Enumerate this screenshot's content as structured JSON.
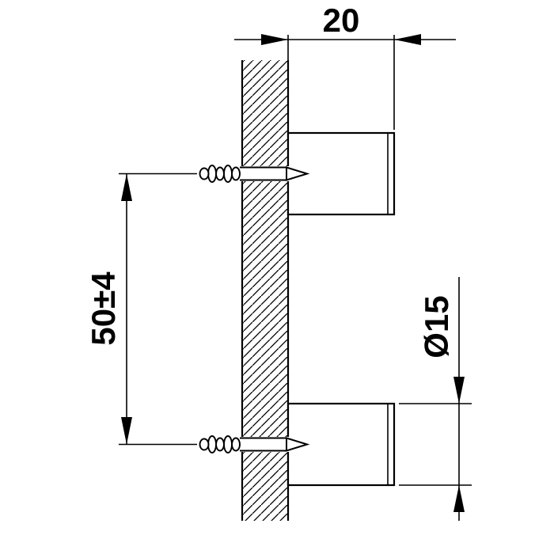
{
  "page": {
    "background": "#ffffff"
  },
  "drawing": {
    "line_color": "#000000",
    "hatch_color": "#000000",
    "dimensions": {
      "depth": "20",
      "spacing": "50±4",
      "diameter": "Ø15"
    }
  }
}
